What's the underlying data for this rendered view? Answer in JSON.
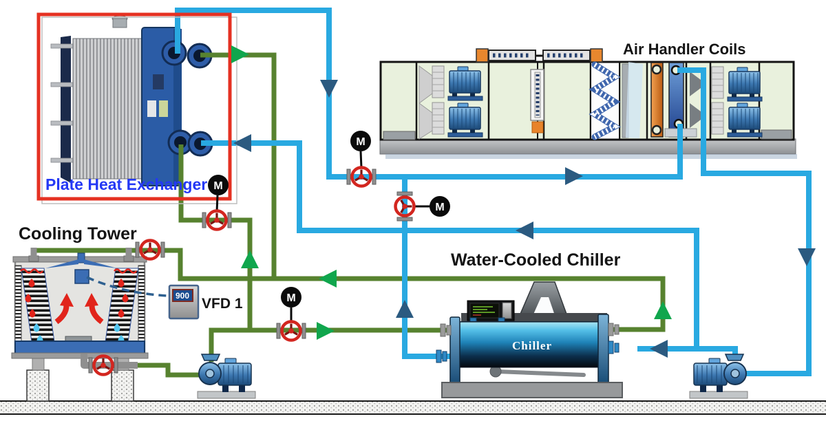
{
  "labels": {
    "plate_heat_exchanger": "Plate Heat Exchanger",
    "cooling_tower": "Cooling Tower",
    "water_cooled_chiller": "Water-Cooled Chiller",
    "air_handler_coils": "Air Handler Coils",
    "chiller_body": "Chiller",
    "vfd": "VFD 1",
    "vfd_display": "900",
    "motor": "M"
  },
  "colors": {
    "chilled_water_pipe": "#29a9e1",
    "condenser_water_pipe": "#57822f",
    "green_flow_arrow": "#10a64d",
    "navy_flow_arrow": "#2b5a80",
    "valve_wheel_red": "#d3261f",
    "phe_highlight_box": "#e53122",
    "phe_label_blue": "#2438f5"
  }
}
